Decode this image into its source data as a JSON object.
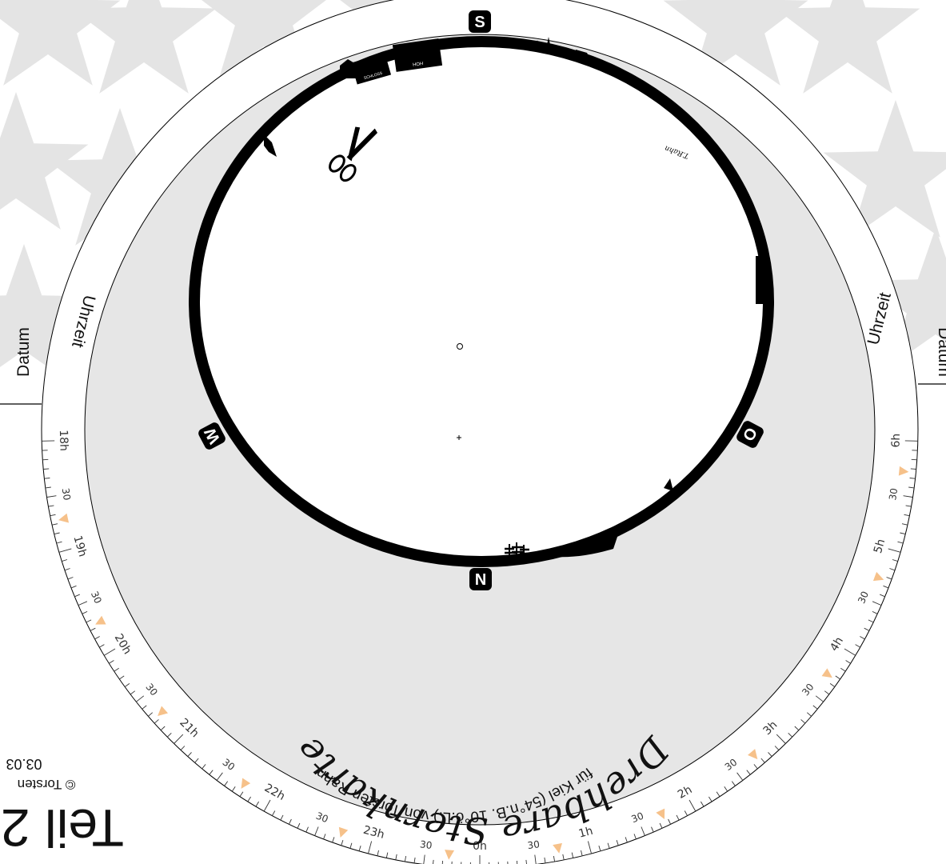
{
  "page": {
    "title": "Teil 2",
    "copyright": "© Torsten",
    "date_stamp": "03.03"
  },
  "disc": {
    "title": "Drehbare Sternkarte",
    "subtitle": "für Kiel (54°n.B. 10°ö.L.) von Torsten Rahn",
    "signature": "T.Rahn",
    "compass": {
      "south": "S",
      "north": "N",
      "west": "W",
      "east": "O"
    },
    "label_datum": "Datum",
    "label_uhrzeit": "Uhrzeit",
    "house_labels": [
      "HOH",
      "SCHLOSS"
    ]
  },
  "hour_scale": {
    "hours": [
      "18h",
      "19h",
      "20h",
      "21h",
      "22h",
      "23h",
      "0h",
      "1h",
      "2h",
      "3h",
      "4h",
      "5h",
      "6h"
    ],
    "half_label": "30",
    "marker_color": "#f6c18a"
  },
  "colors": {
    "background_star": "#e4e4e4",
    "disc_fill": "#e6e6e6",
    "horizon": "#000000",
    "window": "#ffffff"
  },
  "icons": [
    "star-icon",
    "scissors-icon",
    "ship-icon",
    "center-pin-icon"
  ]
}
